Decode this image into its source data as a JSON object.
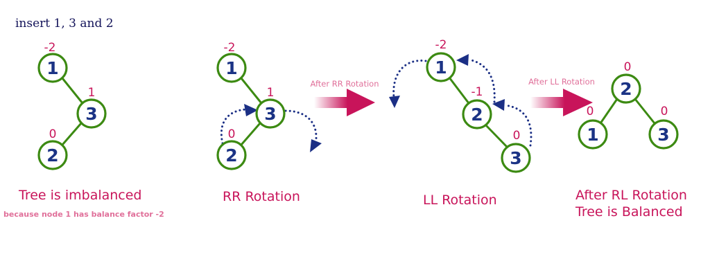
{
  "title": "insert 1, 3 and 2",
  "colors": {
    "node_stroke": "#3c8a12",
    "node_text": "#1b3385",
    "accent": "#c8145a",
    "rotation_arrow": "#1b2f85"
  },
  "stages": [
    {
      "nodes": [
        "1",
        "3",
        "2"
      ],
      "balance_factors": [
        "-2",
        "1",
        "0"
      ],
      "caption": "Tree is imbalanced",
      "subcaption": "because node 1 has balance factor -2"
    },
    {
      "nodes": [
        "1",
        "3",
        "2"
      ],
      "balance_factors": [
        "-2",
        "1",
        "0"
      ],
      "caption": "RR Rotation"
    },
    {
      "nodes": [
        "1",
        "2",
        "3"
      ],
      "balance_factors": [
        "-2",
        "-1",
        "0"
      ],
      "caption": "LL Rotation"
    },
    {
      "nodes": [
        "2",
        "1",
        "3"
      ],
      "balance_factors": [
        "0",
        "0",
        "0"
      ],
      "caption_line1": "After RL Rotation",
      "caption_line2": "Tree is Balanced"
    }
  ],
  "transitions": [
    "After RR Rotation",
    "After LL Rotation"
  ]
}
